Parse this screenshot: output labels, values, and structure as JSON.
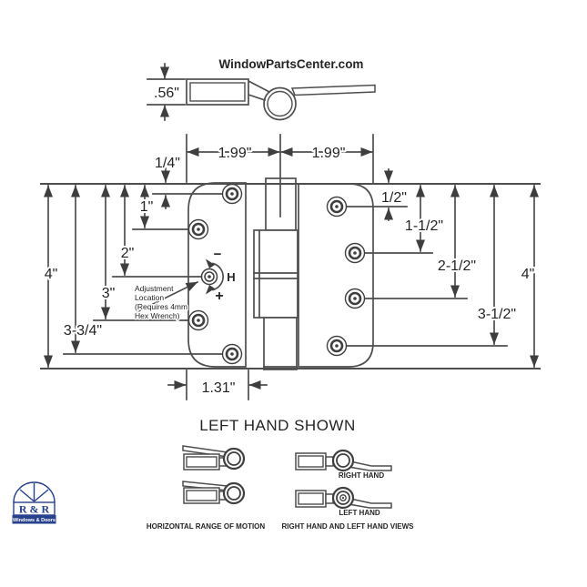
{
  "header": {
    "site": "WindowPartsCenter.com"
  },
  "top_view": {
    "thickness": ".56\""
  },
  "dims": {
    "top_left_gap": "1.99\"",
    "top_right_gap": "1.99\"",
    "left_quarter": "1/4\"",
    "left_1": "1\"",
    "left_2": "2\"",
    "left_3": "3\"",
    "left_3_3_4": "3-3/4\"",
    "left_4": "4\"",
    "right_half": "1/2\"",
    "right_1_1_2": "1-1/2\"",
    "right_2_1_2": "2-1/2\"",
    "right_3_1_2": "3-1/2\"",
    "right_4": "4\"",
    "bottom_width": "1.31\""
  },
  "adjustment": {
    "line1": "Adjustment",
    "line2": "Location",
    "line3": "(Requires 4mm",
    "line4": "Hex Wrench)",
    "minus": "−",
    "plus": "+",
    "axis": "H"
  },
  "captions": {
    "shown": "LEFT HAND SHOWN",
    "range_of_motion": "HORIZONTAL RANGE OF MOTION",
    "hand_views": "RIGHT HAND AND LEFT HAND VIEWS",
    "right_hand": "RIGHT HAND",
    "left_hand": "LEFT HAND"
  },
  "logo": {
    "brand": "R & R",
    "tagline": "Windows & Doors"
  },
  "colors": {
    "line": "#4e4e4e",
    "text": "#242424",
    "logo_blue": "#27418c",
    "background": "#ffffff"
  }
}
